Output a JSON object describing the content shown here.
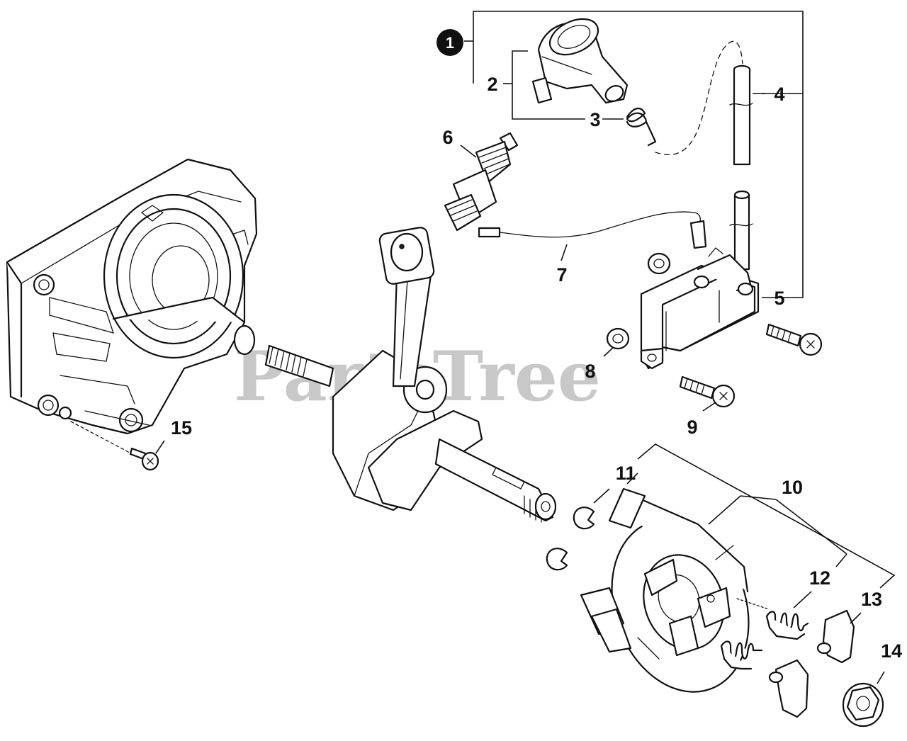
{
  "watermark": "PartsTree",
  "callouts": {
    "c1": "1",
    "c2": "2",
    "c3": "3",
    "c4": "4",
    "c5": "5",
    "c6": "6",
    "c7": "7",
    "c8": "8",
    "c9": "9",
    "c10": "10",
    "c11": "11",
    "c12": "12",
    "c13": "13",
    "c14": "14",
    "c15": "15"
  }
}
